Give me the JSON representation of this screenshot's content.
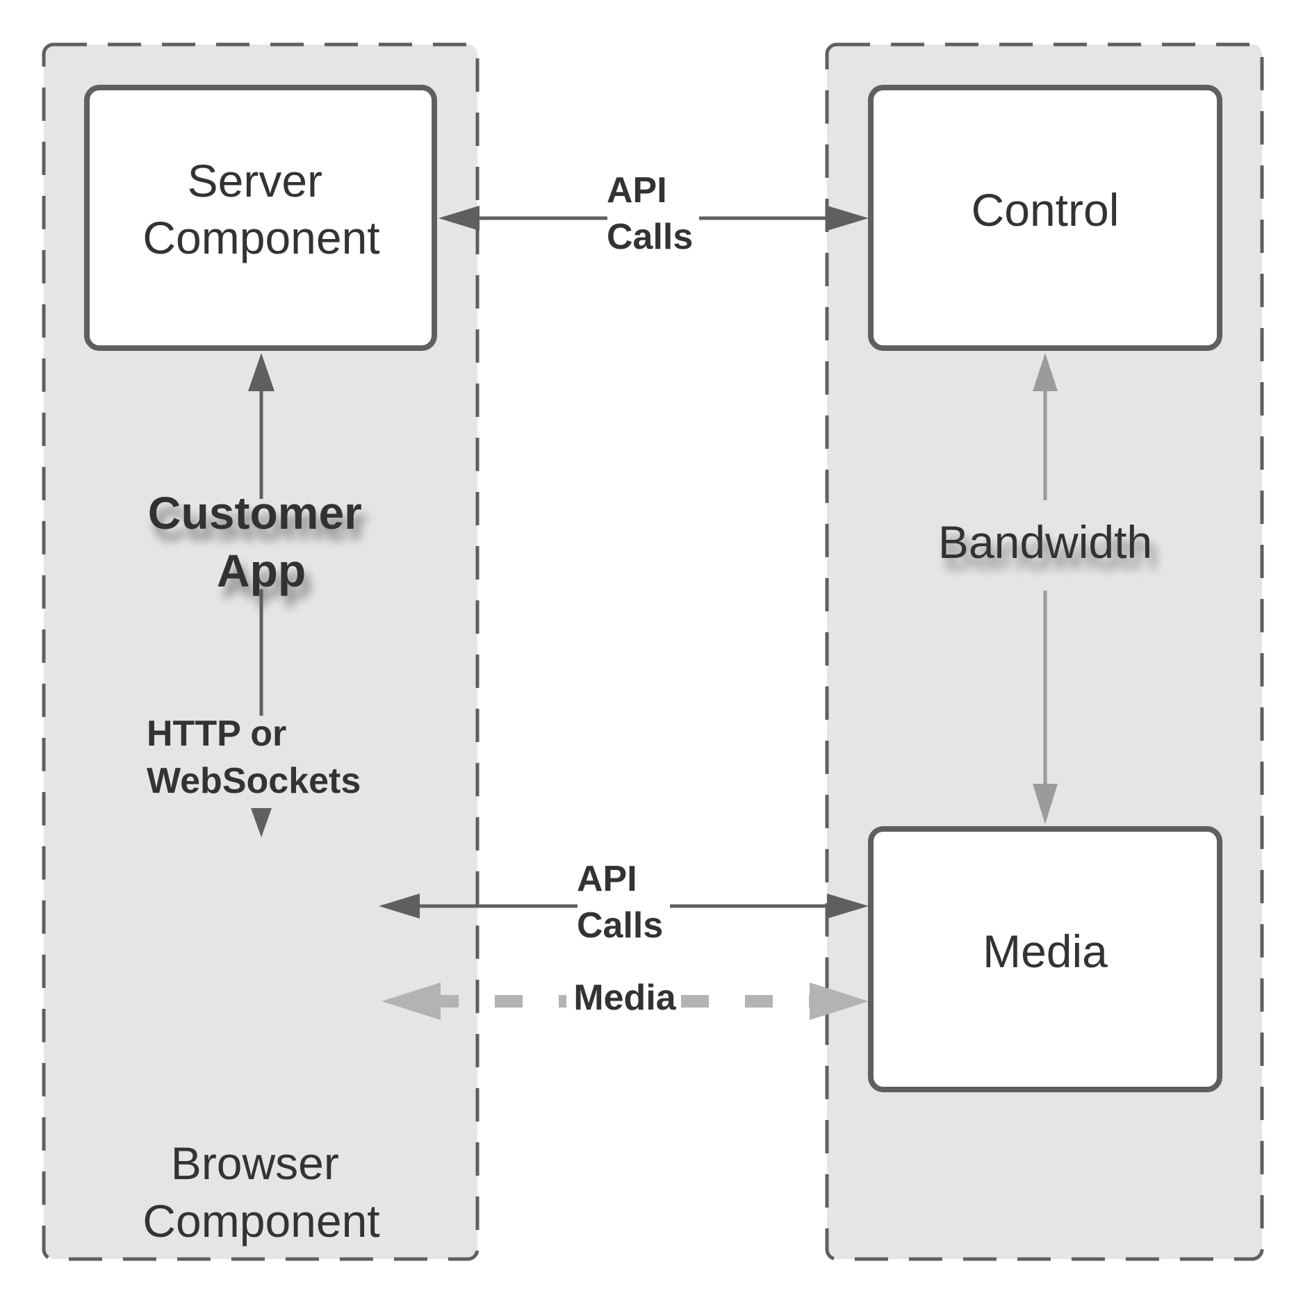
{
  "left_group": {
    "label_lines": [
      "Browser",
      "Component"
    ],
    "inner_box_lines": [
      "Server",
      "Component"
    ],
    "center_label_lines": [
      "Customer",
      "App"
    ],
    "vertical_link_label_lines": [
      "HTTP or",
      "WebSockets"
    ]
  },
  "right_group": {
    "top_box_lines": [
      "Control"
    ],
    "bottom_box_lines": [
      "Media"
    ],
    "vertical_link_label_lines": [
      "Bandwidth"
    ]
  },
  "connections": {
    "top_api": [
      "API",
      "Calls"
    ],
    "bottom_api": [
      "API",
      "Calls"
    ],
    "media_stream": [
      "Media"
    ]
  },
  "colors": {
    "group_fill": "#e5e5e5",
    "border": "#5f5f5f",
    "text": "#333333",
    "light_arrow": "#9b9b9b",
    "media_dash": "#b3b3b3",
    "box_fill": "#ffffff"
  }
}
